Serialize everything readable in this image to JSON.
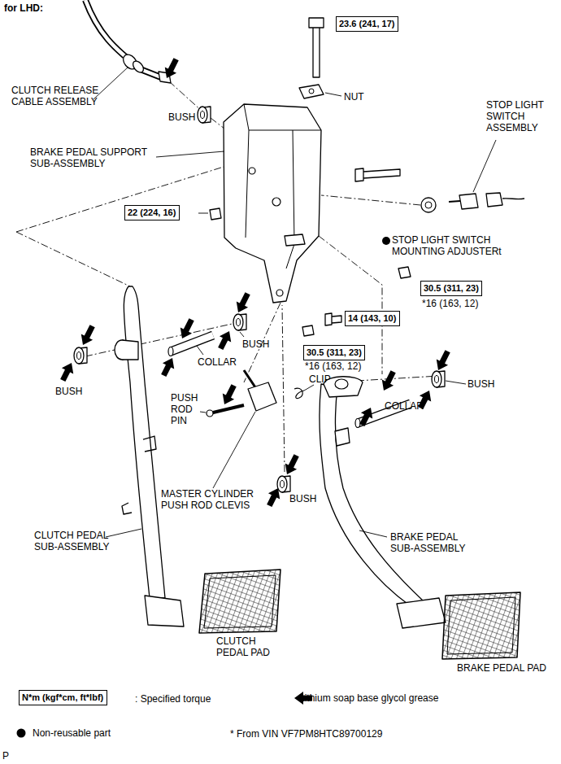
{
  "diagram": {
    "title": "for LHD:",
    "nodes": [
      {
        "text": [
          "23.6 (241, 17)"
        ]
      },
      {
        "text": [
          "22 (224, 16)"
        ]
      },
      {
        "text": [
          "30.5 (311, 23)"
        ]
      },
      {
        "text": [
          "14 (143, 10)"
        ]
      },
      {
        "text": [
          "30.5 (311, 23)"
        ]
      },
      {
        "text": [
          "N*m (kgf*cm, ft*lbf)"
        ]
      }
    ],
    "labels": [
      "CLUTCH RELEASE CABLE ASSEMBLY",
      "BUSH",
      "NUT",
      "STOP LIGHT SWITCH ASSEMBLY",
      "BRAKE PEDAL SUPPORT SUB-ASSEMBLY",
      "STOP LIGHT SWITCH MOUNTING ADJUSTERt",
      "*16 (163, 12)",
      "COLLAR",
      "BUSH",
      "BUSH",
      "*16 (163, 12)",
      "CLIP",
      "PUSH ROD PIN",
      "COLLAR",
      "BUSH",
      "MASTER CYLINDER PUSH ROD CLEVIS",
      "BUSH",
      "CLUTCH PEDAL SUB-ASSEMBLY",
      "BRAKE PEDAL SUB-ASSEMBLY",
      "CLUTCH PEDAL PAD",
      "BRAKE PEDAL PAD",
      "* From VIN VF7PM8HTC89700129",
      "P"
    ],
    "legend": [
      {
        "text": ": Specified torque"
      },
      {
        "text": "Lithium soap base glycol grease"
      },
      {
        "text": "Non-reusable part"
      }
    ]
  }
}
